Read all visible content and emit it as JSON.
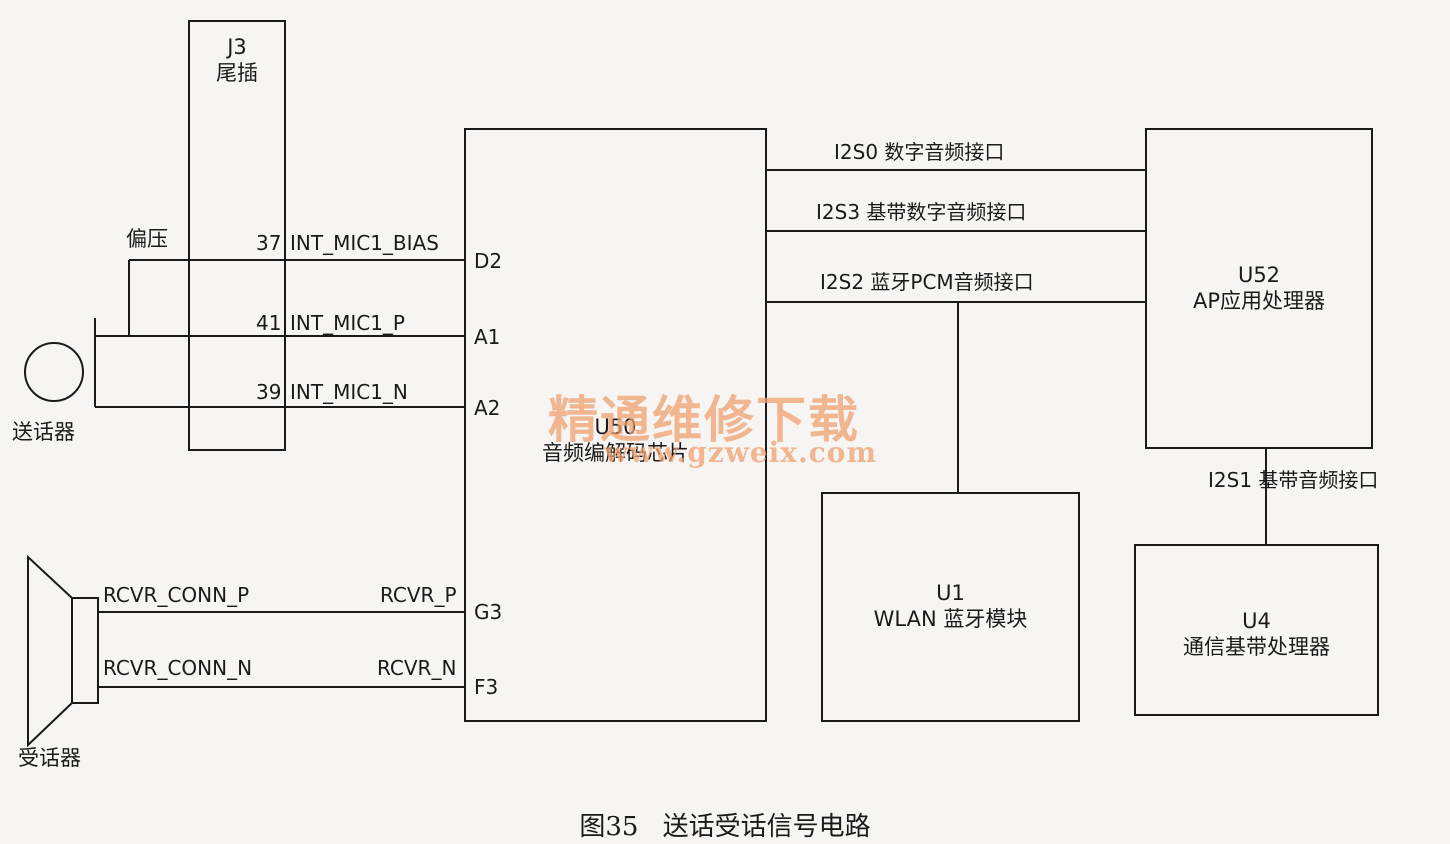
{
  "j3": {
    "ref": "J3",
    "name": "尾插"
  },
  "u50": {
    "ref": "U50",
    "name": "音频编解码芯片",
    "pins": {
      "d2": "D2",
      "a1": "A1",
      "a2": "A2",
      "g3": "G3",
      "f3": "F3"
    }
  },
  "u52": {
    "ref": "U52",
    "name": "AP应用处理器"
  },
  "u1": {
    "ref": "U1",
    "name": "WLAN 蓝牙模块"
  },
  "u4": {
    "ref": "U4",
    "name": "通信基带处理器"
  },
  "mic": {
    "name": "送话器",
    "bias_label": "偏压"
  },
  "receiver": {
    "name": "受话器"
  },
  "nets": {
    "bias": {
      "pin": "37",
      "name": "INT_MIC1_BIAS"
    },
    "mic_p": {
      "pin": "41",
      "name": "INT_MIC1_P"
    },
    "mic_n": {
      "pin": "39",
      "name": "INT_MIC1_N"
    },
    "rcvr_conn_p": "RCVR_CONN_P",
    "rcvr_conn_n": "RCVR_CONN_N",
    "rcvr_p": "RCVR_P",
    "rcvr_n": "RCVR_N"
  },
  "buses": {
    "i2s0": "I2S0 数字音频接口",
    "i2s3": "I2S3 基带数字音频接口",
    "i2s2": "I2S2 蓝牙PCM音频接口",
    "i2s1": "I2S1 基带音频接口"
  },
  "watermark": {
    "line1": "精通维修下载",
    "line2": "www.gzweix.com"
  },
  "caption": {
    "figure": "图35",
    "title": "送话受话信号电路"
  },
  "colors": {
    "line": "#1a1a1a",
    "background": "#f7f5f3",
    "watermark": "#f0a070"
  }
}
